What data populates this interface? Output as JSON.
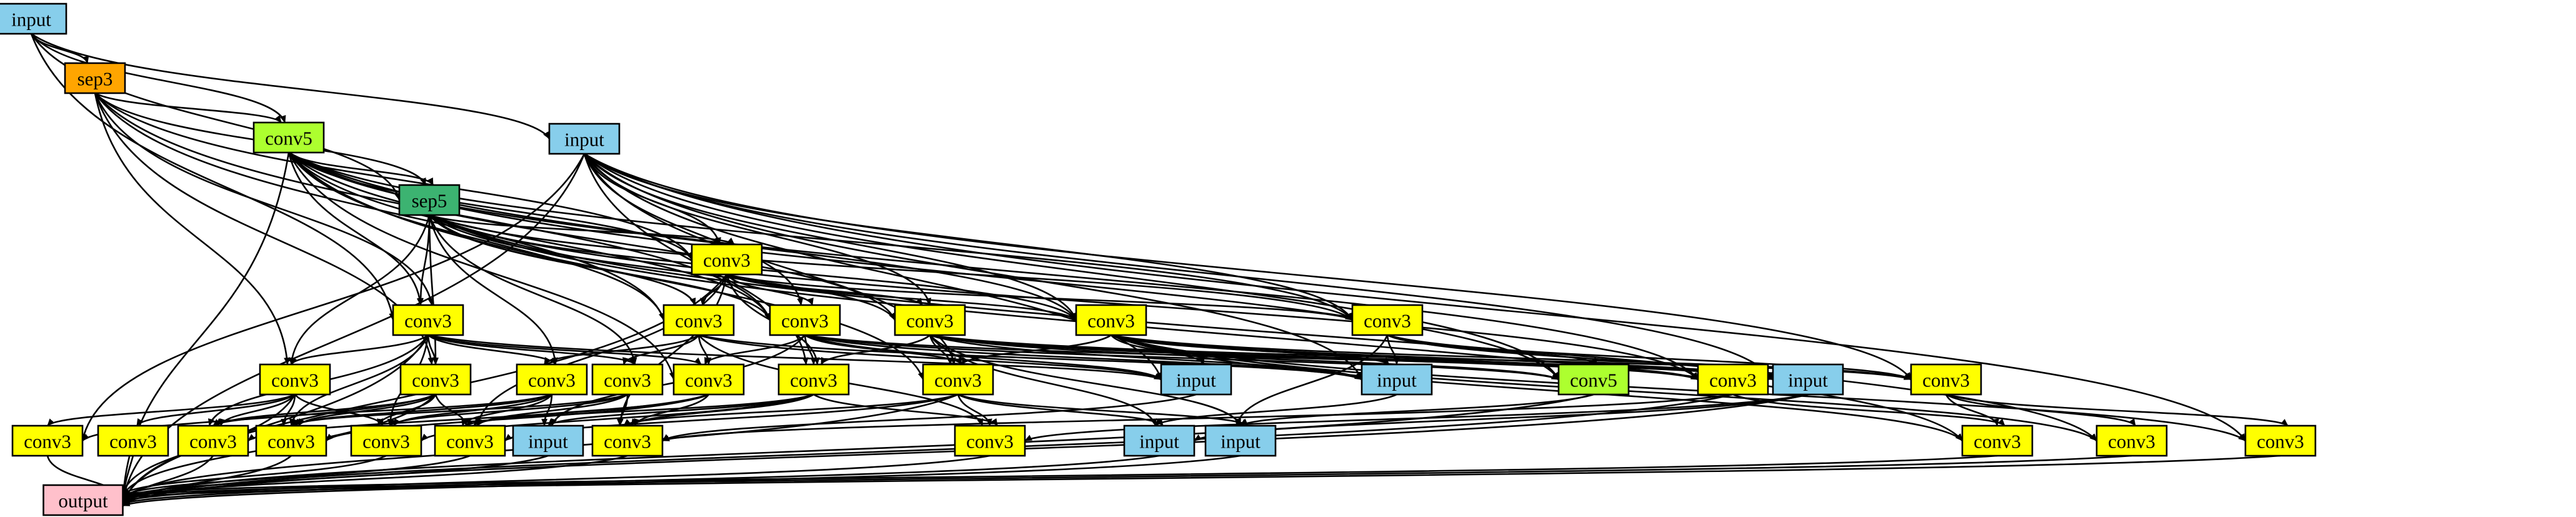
{
  "node_types": {
    "input": {
      "label": "input",
      "color": "#87ceeb"
    },
    "sep3": {
      "label": "sep3",
      "color": "#ffa500"
    },
    "conv5": {
      "label": "conv5",
      "color": "#adff2f"
    },
    "sep5": {
      "label": "sep5",
      "color": "#3cb371"
    },
    "conv3": {
      "label": "conv3",
      "color": "#ffff00"
    },
    "output": {
      "label": "output",
      "color": "#ffc0cb"
    }
  },
  "nodes": [
    {
      "id": "n0",
      "type": "input"
    },
    {
      "id": "n1",
      "type": "sep3"
    },
    {
      "id": "n2",
      "type": "conv5"
    },
    {
      "id": "n3",
      "type": "input"
    },
    {
      "id": "n4",
      "type": "sep5"
    },
    {
      "id": "n5",
      "type": "conv3"
    },
    {
      "id": "n6",
      "type": "conv3"
    },
    {
      "id": "n7",
      "type": "conv3"
    },
    {
      "id": "n8",
      "type": "conv3"
    },
    {
      "id": "n9",
      "type": "conv3"
    },
    {
      "id": "n10",
      "type": "conv3"
    },
    {
      "id": "n11",
      "type": "conv3"
    },
    {
      "id": "n12",
      "type": "conv3"
    },
    {
      "id": "n13",
      "type": "conv3"
    },
    {
      "id": "n14",
      "type": "conv3"
    },
    {
      "id": "n15",
      "type": "conv3"
    },
    {
      "id": "n16",
      "type": "conv3"
    },
    {
      "id": "n17",
      "type": "conv3"
    },
    {
      "id": "n18",
      "type": "conv3"
    },
    {
      "id": "n19",
      "type": "input"
    },
    {
      "id": "n20",
      "type": "input"
    },
    {
      "id": "n21",
      "type": "conv5"
    },
    {
      "id": "n22",
      "type": "conv3"
    },
    {
      "id": "n23",
      "type": "input"
    },
    {
      "id": "n24",
      "type": "conv3"
    },
    {
      "id": "n25",
      "type": "conv3"
    },
    {
      "id": "n26",
      "type": "conv3"
    },
    {
      "id": "n27",
      "type": "conv3"
    },
    {
      "id": "n28",
      "type": "conv3"
    },
    {
      "id": "n29",
      "type": "conv3"
    },
    {
      "id": "n30",
      "type": "conv3"
    },
    {
      "id": "n31",
      "type": "input"
    },
    {
      "id": "n32",
      "type": "conv3"
    },
    {
      "id": "n33",
      "type": "conv3"
    },
    {
      "id": "n34",
      "type": "input"
    },
    {
      "id": "n35",
      "type": "input"
    },
    {
      "id": "n36",
      "type": "conv3"
    },
    {
      "id": "n37",
      "type": "conv3"
    },
    {
      "id": "n38",
      "type": "conv3"
    },
    {
      "id": "n39",
      "type": "output"
    }
  ],
  "edges": [
    [
      "n0",
      "n1"
    ],
    [
      "n0",
      "n2"
    ],
    [
      "n0",
      "n3"
    ],
    [
      "n0",
      "n4"
    ],
    [
      "n0",
      "n6"
    ],
    [
      "n1",
      "n2"
    ],
    [
      "n1",
      "n4"
    ],
    [
      "n1",
      "n5"
    ],
    [
      "n1",
      "n6"
    ],
    [
      "n1",
      "n7"
    ],
    [
      "n1",
      "n12"
    ],
    [
      "n1",
      "n13"
    ],
    [
      "n1",
      "n8"
    ],
    [
      "n2",
      "n4"
    ],
    [
      "n2",
      "n5"
    ],
    [
      "n2",
      "n6"
    ],
    [
      "n2",
      "n7"
    ],
    [
      "n2",
      "n8"
    ],
    [
      "n2",
      "n9"
    ],
    [
      "n2",
      "n10"
    ],
    [
      "n2",
      "n11"
    ],
    [
      "n2",
      "n16"
    ],
    [
      "n2",
      "n18"
    ],
    [
      "n2",
      "n21"
    ],
    [
      "n2",
      "n22"
    ],
    [
      "n3",
      "n5"
    ],
    [
      "n3",
      "n8"
    ],
    [
      "n3",
      "n9"
    ],
    [
      "n3",
      "n10"
    ],
    [
      "n3",
      "n11"
    ],
    [
      "n3",
      "n17"
    ],
    [
      "n3",
      "n18"
    ],
    [
      "n3",
      "n19"
    ],
    [
      "n3",
      "n20"
    ],
    [
      "n3",
      "n21"
    ],
    [
      "n3",
      "n23"
    ],
    [
      "n3",
      "n24"
    ],
    [
      "n3",
      "n38"
    ],
    [
      "n3",
      "n25"
    ],
    [
      "n4",
      "n5"
    ],
    [
      "n4",
      "n6"
    ],
    [
      "n4",
      "n7"
    ],
    [
      "n4",
      "n8"
    ],
    [
      "n4",
      "n9"
    ],
    [
      "n4",
      "n10"
    ],
    [
      "n4",
      "n11"
    ],
    [
      "n4",
      "n12"
    ],
    [
      "n4",
      "n13"
    ],
    [
      "n4",
      "n14"
    ],
    [
      "n4",
      "n15"
    ],
    [
      "n4",
      "n22"
    ],
    [
      "n4",
      "n36"
    ],
    [
      "n4",
      "n37"
    ],
    [
      "n5",
      "n7"
    ],
    [
      "n5",
      "n8"
    ],
    [
      "n5",
      "n9"
    ],
    [
      "n5",
      "n10"
    ],
    [
      "n5",
      "n11"
    ],
    [
      "n5",
      "n17"
    ],
    [
      "n5",
      "n30"
    ],
    [
      "n5",
      "n32"
    ],
    [
      "n6",
      "n12"
    ],
    [
      "n6",
      "n13"
    ],
    [
      "n6",
      "n14"
    ],
    [
      "n6",
      "n15"
    ],
    [
      "n6",
      "n16"
    ],
    [
      "n6",
      "n27"
    ],
    [
      "n6",
      "n28"
    ],
    [
      "n6",
      "n29"
    ],
    [
      "n6",
      "n19"
    ],
    [
      "n7",
      "n14"
    ],
    [
      "n7",
      "n15"
    ],
    [
      "n7",
      "n16"
    ],
    [
      "n7",
      "n19"
    ],
    [
      "n7",
      "n20"
    ],
    [
      "n7",
      "n33"
    ],
    [
      "n8",
      "n16"
    ],
    [
      "n8",
      "n17"
    ],
    [
      "n8",
      "n18"
    ],
    [
      "n8",
      "n19"
    ],
    [
      "n8",
      "n20"
    ],
    [
      "n8",
      "n21"
    ],
    [
      "n8",
      "n23"
    ],
    [
      "n8",
      "n31"
    ],
    [
      "n9",
      "n17"
    ],
    [
      "n9",
      "n18"
    ],
    [
      "n9",
      "n20"
    ],
    [
      "n9",
      "n21"
    ],
    [
      "n9",
      "n22"
    ],
    [
      "n9",
      "n23"
    ],
    [
      "n9",
      "n24"
    ],
    [
      "n9",
      "n34"
    ],
    [
      "n9",
      "n35"
    ],
    [
      "n10",
      "n18"
    ],
    [
      "n10",
      "n19"
    ],
    [
      "n10",
      "n20"
    ],
    [
      "n10",
      "n22"
    ],
    [
      "n10",
      "n23"
    ],
    [
      "n10",
      "n24"
    ],
    [
      "n10",
      "n36"
    ],
    [
      "n10",
      "n37"
    ],
    [
      "n10",
      "n38"
    ],
    [
      "n11",
      "n20"
    ],
    [
      "n11",
      "n21"
    ],
    [
      "n11",
      "n23"
    ],
    [
      "n11",
      "n24"
    ],
    [
      "n11",
      "n35"
    ],
    [
      "n12",
      "n25"
    ],
    [
      "n12",
      "n26"
    ],
    [
      "n12",
      "n27"
    ],
    [
      "n12",
      "n28"
    ],
    [
      "n12",
      "n29"
    ],
    [
      "n13",
      "n25"
    ],
    [
      "n13",
      "n27"
    ],
    [
      "n13",
      "n28"
    ],
    [
      "n13",
      "n29"
    ],
    [
      "n13",
      "n30"
    ],
    [
      "n14",
      "n27"
    ],
    [
      "n14",
      "n28"
    ],
    [
      "n14",
      "n29"
    ],
    [
      "n14",
      "n30"
    ],
    [
      "n14",
      "n31"
    ],
    [
      "n15",
      "n28"
    ],
    [
      "n15",
      "n29"
    ],
    [
      "n15",
      "n30"
    ],
    [
      "n15",
      "n32"
    ],
    [
      "n16",
      "n27"
    ],
    [
      "n16",
      "n28"
    ],
    [
      "n16",
      "n30"
    ],
    [
      "n16",
      "n32"
    ],
    [
      "n17",
      "n29"
    ],
    [
      "n17",
      "n30"
    ],
    [
      "n17",
      "n31"
    ],
    [
      "n17",
      "n32"
    ],
    [
      "n17",
      "n33"
    ],
    [
      "n18",
      "n30"
    ],
    [
      "n18",
      "n32"
    ],
    [
      "n18",
      "n33"
    ],
    [
      "n18",
      "n34"
    ],
    [
      "n18",
      "n35"
    ],
    [
      "n19",
      "n32"
    ],
    [
      "n20",
      "n34"
    ],
    [
      "n21",
      "n35"
    ],
    [
      "n22",
      "n32"
    ],
    [
      "n22",
      "n36"
    ],
    [
      "n23",
      "n33"
    ],
    [
      "n23",
      "n34"
    ],
    [
      "n24",
      "n36"
    ],
    [
      "n24",
      "n37"
    ],
    [
      "n24",
      "n38"
    ],
    [
      "n25",
      "n39"
    ],
    [
      "n26",
      "n39"
    ],
    [
      "n27",
      "n39"
    ],
    [
      "n28",
      "n39"
    ],
    [
      "n29",
      "n39"
    ],
    [
      "n30",
      "n39"
    ],
    [
      "n31",
      "n39"
    ],
    [
      "n32",
      "n39"
    ],
    [
      "n33",
      "n39"
    ],
    [
      "n34",
      "n39"
    ],
    [
      "n35",
      "n39"
    ],
    [
      "n36",
      "n39"
    ],
    [
      "n37",
      "n39"
    ],
    [
      "n38",
      "n39"
    ],
    [
      "n2",
      "n39"
    ],
    [
      "n3",
      "n39"
    ],
    [
      "n5",
      "n39"
    ],
    [
      "n6",
      "n39"
    ],
    [
      "n12",
      "n39"
    ],
    [
      "n13",
      "n39"
    ],
    [
      "n18",
      "n39"
    ],
    [
      "n21",
      "n39"
    ],
    [
      "n22",
      "n39"
    ],
    [
      "n23",
      "n39"
    ]
  ]
}
